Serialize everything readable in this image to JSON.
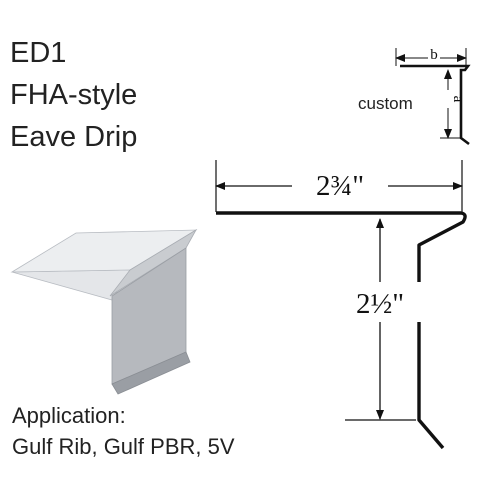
{
  "product": {
    "code": "ED1",
    "style": "FHA-style",
    "name": "Eave Drip"
  },
  "custom_profile": {
    "label": "custom",
    "dim_a": "a",
    "dim_b": "b"
  },
  "dimensions": {
    "width": "2¾\"",
    "height": "2½\""
  },
  "application": {
    "label": "Application:",
    "value": "Gulf Rib, Gulf PBR, 5V"
  },
  "colors": {
    "text": "#222222",
    "line": "#111111",
    "panel_light": "#e4e6e9",
    "panel_mid": "#b6b9be",
    "panel_dark": "#9a9ea4"
  }
}
